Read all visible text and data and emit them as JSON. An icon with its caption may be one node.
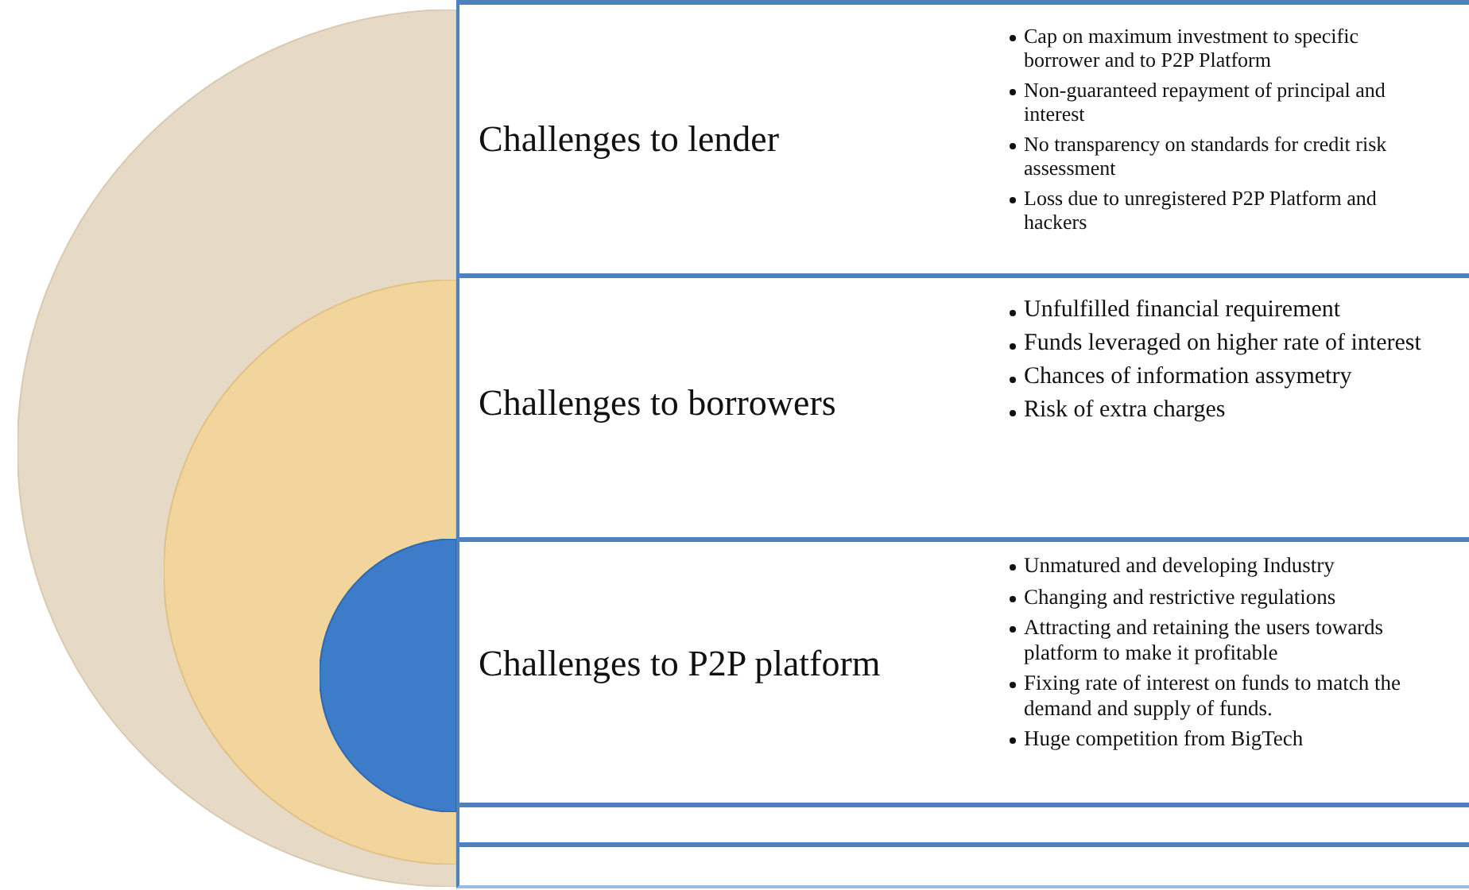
{
  "diagram": {
    "nodes": [
      {
        "text": [],
        "shape": "circle"
      },
      {
        "text": [],
        "shape": "circle",
        "in": 0
      },
      {
        "text": [],
        "shape": "circle",
        "in": 1
      },
      {
        "text": [
          "Challenges to lender",
          "Cap on maximum investment to specific borrower and to P2P Platform",
          "Non-guaranteed repayment of principal and interest",
          "No transparency on standards for credit risk assessment",
          "Loss due to unregistered P2P Platform and hackers"
        ]
      },
      {
        "text": [
          "Challenges to borrowers",
          "Unfulfilled financial requirement",
          "Funds leveraged on higher rate of interest",
          "Chances of information assymetry",
          "Risk of extra charges"
        ]
      },
      {
        "text": [
          "Challenges to P2P platform",
          "Unmatured and developing Industry",
          "Changing and restrictive regulations",
          "Attracting and retaining the users towards platform to make it profitable",
          "Fixing rate of interest on funds to match the demand and supply of funds.",
          "Huge competition from BigTech"
        ]
      },
      {
        "text": [],
        "shape": "box"
      },
      {
        "text": [],
        "shape": "box"
      }
    ],
    "edges": []
  }
}
